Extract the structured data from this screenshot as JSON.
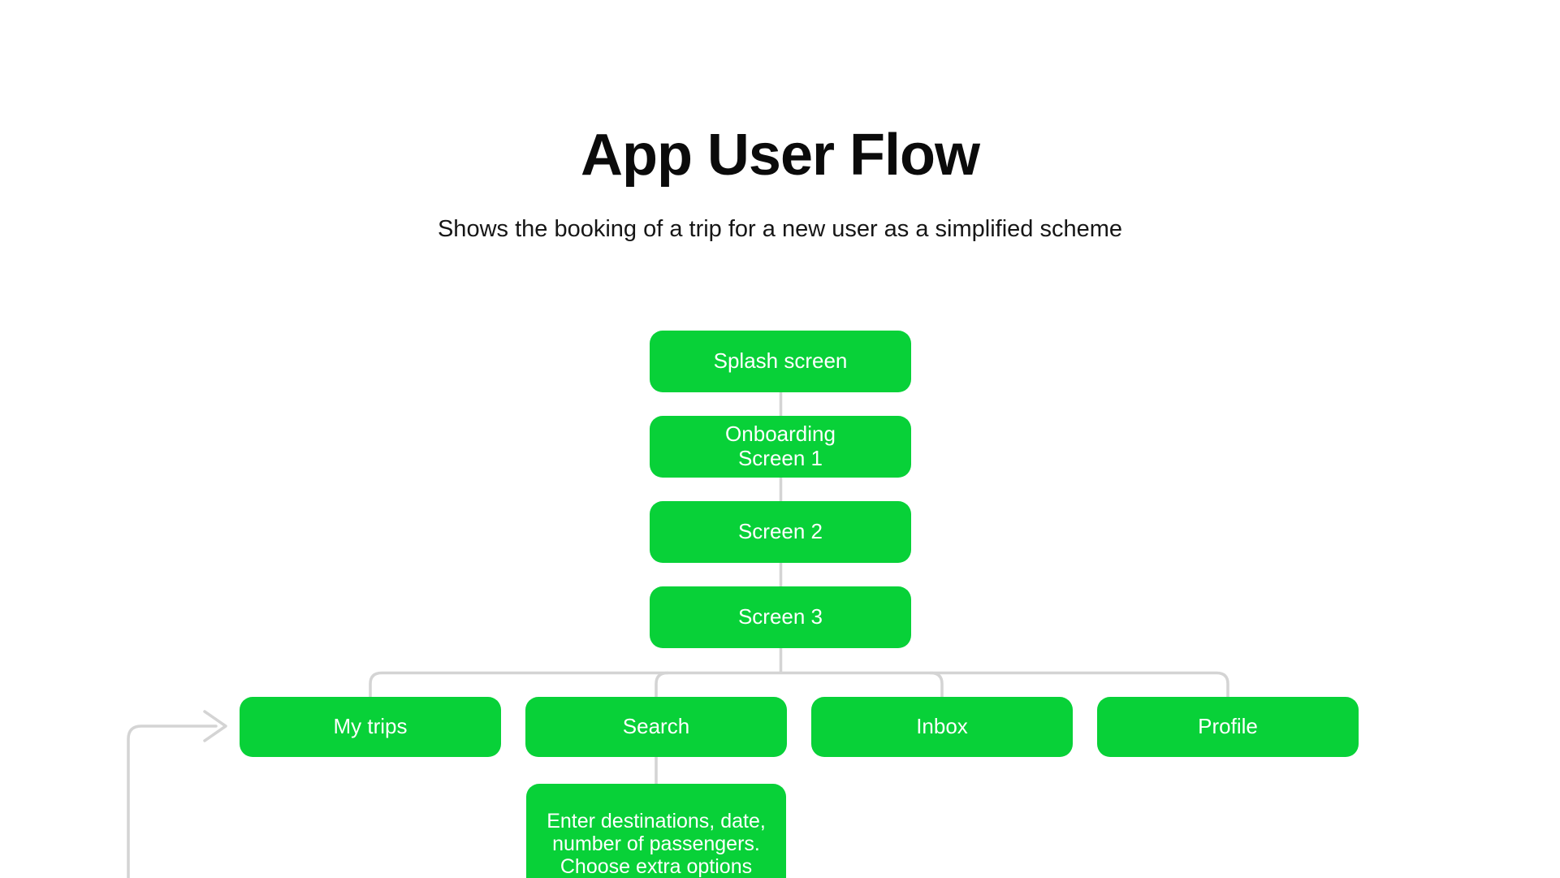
{
  "header": {
    "title": "App User Flow",
    "subtitle": "Shows the booking of a trip for a new user as a simplified scheme"
  },
  "diagram": {
    "nodes": {
      "splash": {
        "label": "Splash screen"
      },
      "onboarding1": {
        "label": "Onboarding\nScreen 1"
      },
      "screen2": {
        "label": "Screen 2"
      },
      "screen3": {
        "label": "Screen 3"
      },
      "my_trips": {
        "label": "My trips"
      },
      "search": {
        "label": "Search"
      },
      "inbox": {
        "label": "Inbox"
      },
      "profile": {
        "label": "Profile"
      },
      "search_detail": {
        "label": "Enter destinations, date,\nnumber of passengers.\nChoose extra options"
      }
    },
    "edges": [
      {
        "from": "splash",
        "to": "onboarding1"
      },
      {
        "from": "onboarding1",
        "to": "screen2"
      },
      {
        "from": "screen2",
        "to": "screen3"
      },
      {
        "from": "screen3",
        "to": "my_trips"
      },
      {
        "from": "screen3",
        "to": "search"
      },
      {
        "from": "screen3",
        "to": "inbox"
      },
      {
        "from": "screen3",
        "to": "profile"
      },
      {
        "from": "search",
        "to": "search_detail"
      },
      {
        "from": "offscreen-bottom-left",
        "to": "my_trips",
        "style": "open-arrowhead"
      }
    ]
  },
  "colors": {
    "node_fill": "#08d138",
    "node_text": "#ffffff",
    "connector": "#d4d4d4",
    "title_text": "#0b0b0b",
    "background": "#ffffff"
  }
}
